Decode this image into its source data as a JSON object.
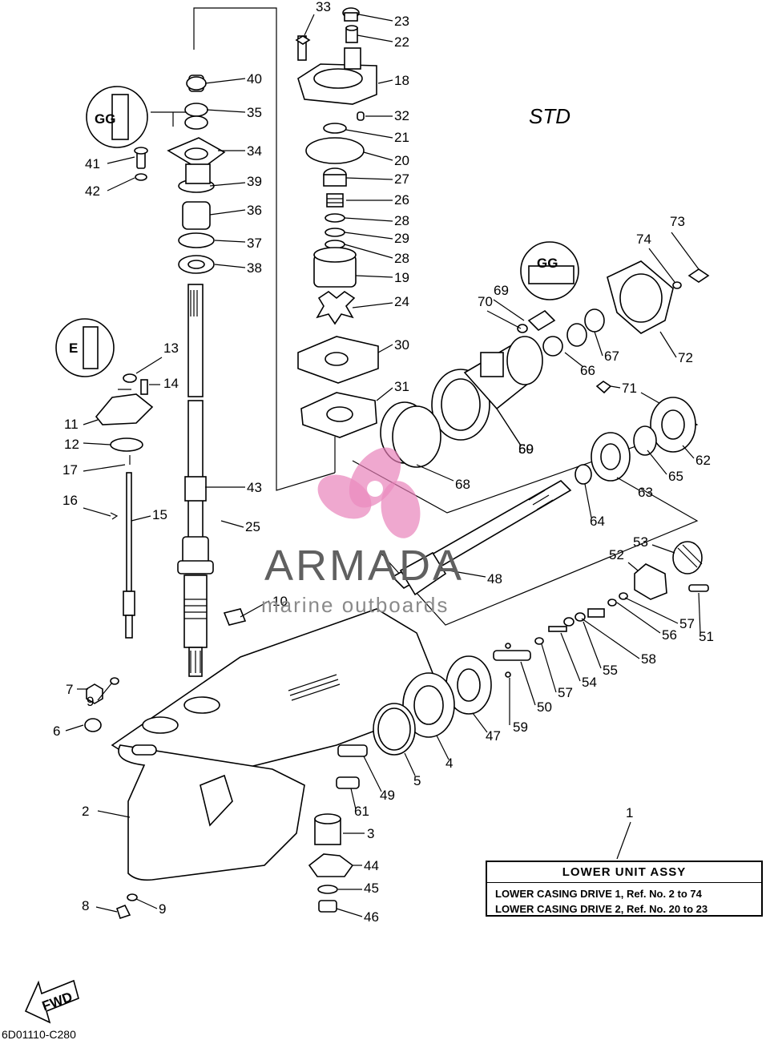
{
  "diagram": {
    "variant_label": "STD",
    "code": "6D01110-C280",
    "fwd_label": "FWD",
    "assembly": {
      "ref_number": "1",
      "title": "LOWER UNIT ASSY",
      "lines": [
        "LOWER CASING DRIVE 1, Ref. No. 2 to 74",
        "LOWER CASING DRIVE 2, Ref. No. 20 to 23"
      ]
    },
    "part_numbers": [
      "2",
      "3",
      "4",
      "5",
      "6",
      "7",
      "8",
      "9",
      "9",
      "10",
      "11",
      "12",
      "13",
      "14",
      "15",
      "16",
      "17",
      "18",
      "19",
      "20",
      "21",
      "22",
      "23",
      "24",
      "25",
      "26",
      "27",
      "28",
      "28",
      "29",
      "30",
      "31",
      "32",
      "33",
      "34",
      "35",
      "36",
      "37",
      "38",
      "39",
      "40",
      "41",
      "42",
      "43",
      "44",
      "45",
      "46",
      "47",
      "48",
      "49",
      "50",
      "51",
      "52",
      "53",
      "54",
      "55",
      "56",
      "57",
      "57",
      "58",
      "59",
      "59",
      "60",
      "61",
      "62",
      "63",
      "64",
      "65",
      "66",
      "67",
      "68",
      "69",
      "70",
      "71",
      "72",
      "73",
      "74"
    ],
    "callout_badges": [
      "GG",
      "GG",
      "E"
    ],
    "watermark": {
      "brand": "ARMADA",
      "tagline": "marine outboards",
      "accent_color": "#e87fb8"
    },
    "colors": {
      "line": "#000000",
      "background": "#ffffff"
    }
  }
}
